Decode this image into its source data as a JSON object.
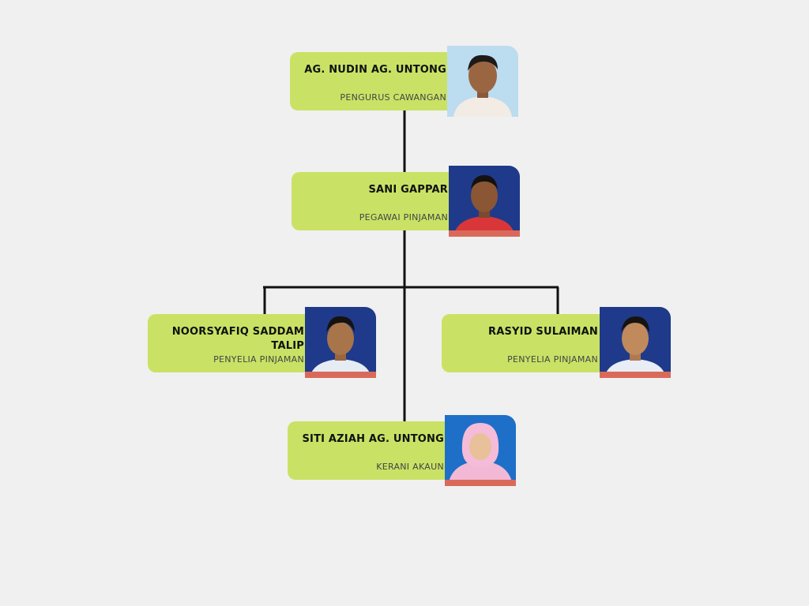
{
  "nodes": [
    {
      "name": "AG. NUDIN AG. UNTONG",
      "role": "PENGURUS CAWANGAN"
    },
    {
      "name": "SANI GAPPAR",
      "role": "PEGAWAI PINJAMAN"
    },
    {
      "name": "NOORSYAFIQ SADDAM TALIP",
      "role": "PENYELIA PINJAMAN"
    },
    {
      "name": "RASYID SULAIMAN",
      "role": "PENYELIA PINJAMAN"
    },
    {
      "name": "SITI AZIAH AG. UNTONG",
      "role": "KERANI AKAUN"
    }
  ],
  "colors": {
    "background": "#f0f0f0",
    "card": "#c9e265",
    "photo_bar": "#d96a5a",
    "connector": "#111111",
    "photo_bg_light": "#bcdcf0",
    "photo_bg_dark": "#1f3a8a",
    "photo_bg_blue": "#1e6fc8"
  }
}
